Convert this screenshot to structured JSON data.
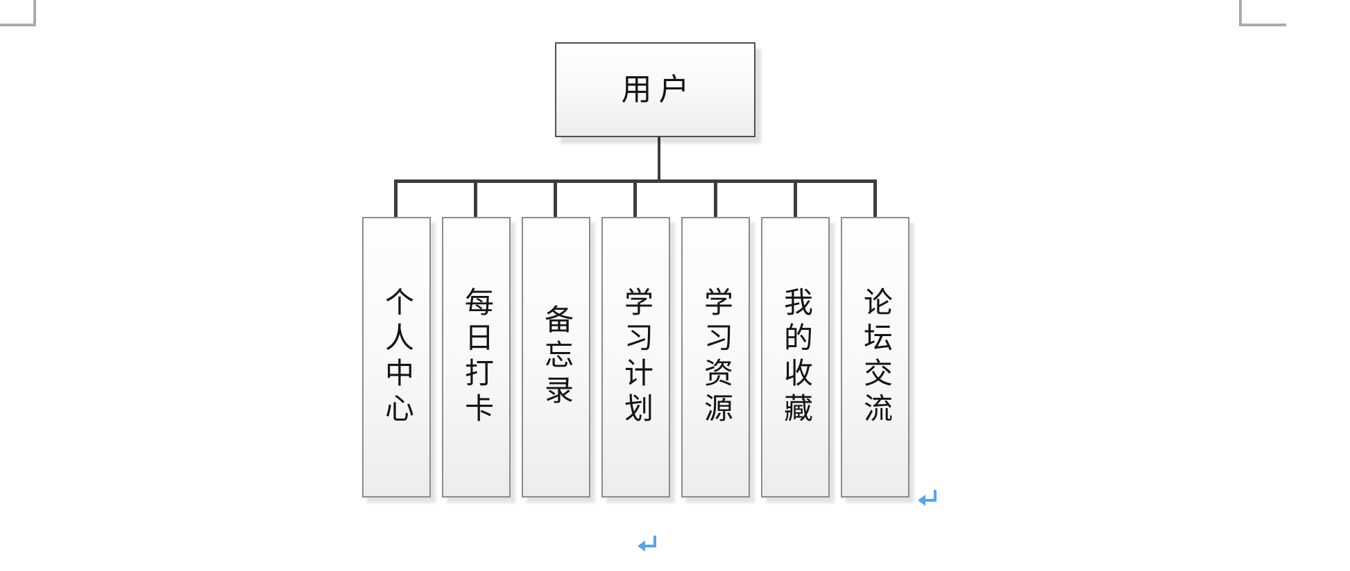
{
  "diagram": {
    "root": {
      "label": "用户"
    },
    "children": [
      {
        "label": "个人中心"
      },
      {
        "label": "每日打卡"
      },
      {
        "label": "备忘录"
      },
      {
        "label": "学习计划"
      },
      {
        "label": "学习资源"
      },
      {
        "label": "我的收藏"
      },
      {
        "label": "论坛交流"
      }
    ],
    "connector_color": "#3d3d3d",
    "root_border_color": "#4f4f4f",
    "child_border_color": "#8b8b8b",
    "box_fill_top": "#fefefe",
    "box_fill_bottom": "#ececec"
  },
  "page_marks": {
    "crop_mark_color": "#ababab",
    "line_break_symbol": "↵",
    "line_break_color": "#57a3f2"
  }
}
